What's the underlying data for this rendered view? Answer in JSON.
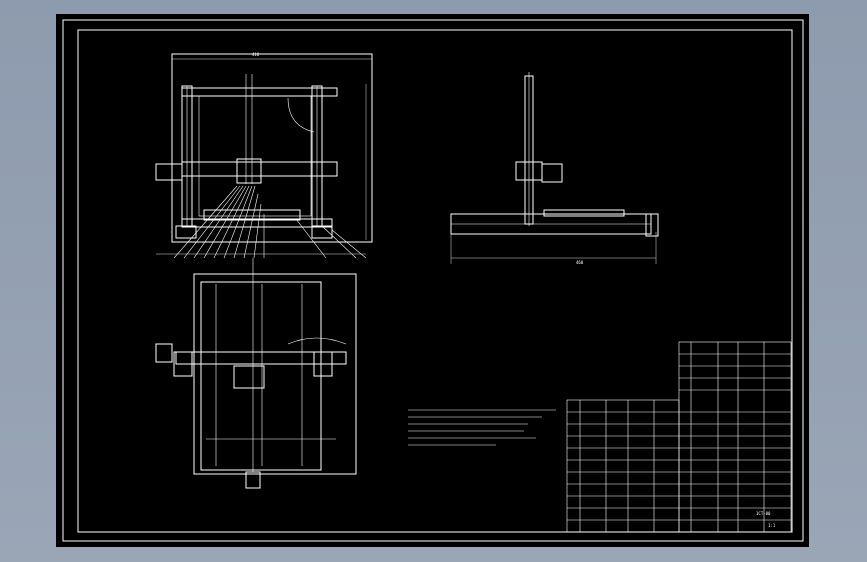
{
  "title_block": {
    "drawing_no": "1CT-00",
    "scale": "1:1"
  },
  "dimensions": {
    "front_width": "410",
    "side_width": "460"
  },
  "colors": {
    "background": "#000000",
    "lines": "#ffffff",
    "frame_outside": "#8e9bae"
  }
}
